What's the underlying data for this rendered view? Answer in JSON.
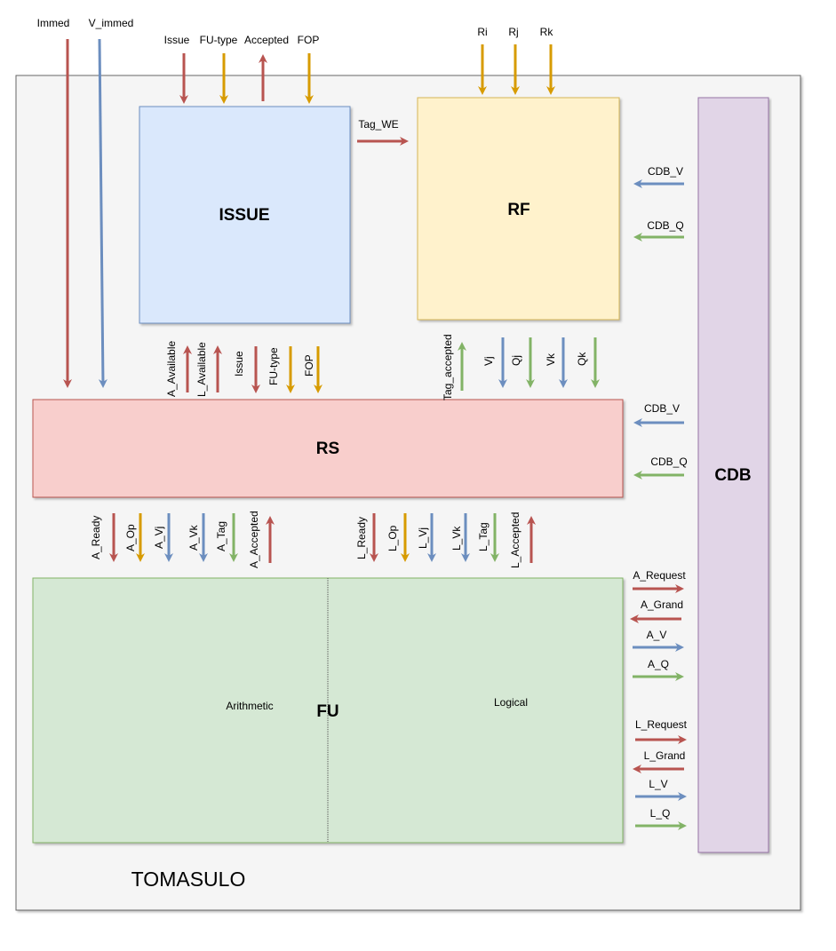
{
  "colors": {
    "red": "#b85450",
    "blue": "#6c8ebf",
    "orange": "#d79b00",
    "green": "#82b366"
  },
  "container": {
    "label": "TOMASULO"
  },
  "blocks": {
    "issue": "ISSUE",
    "rf": "RF",
    "rs": "RS",
    "fu": "FU",
    "cdb": "CDB",
    "fu_arith": "Arithmetic",
    "fu_logic": "Logical"
  },
  "labels": {
    "immed": "Immed",
    "v_immed": "V_immed",
    "issue_top_issue": "Issue",
    "issue_top_futype": "FU-type",
    "issue_top_accepted": "Accepted",
    "issue_top_fop": "FOP",
    "ri": "Ri",
    "rj": "Rj",
    "rk": "Rk",
    "tag_we": "Tag_WE",
    "rf_cdb_v": "CDB_V",
    "rf_cdb_q": "CDB_Q",
    "rs_a_available": "A_Available",
    "rs_l_available": "L_Available",
    "rs_issue": "Issue",
    "rs_futype": "FU-type",
    "rs_fop": "FOP",
    "rs_tag_accepted": "Tag_accepted",
    "rs_vj": "Vj",
    "rs_qj": "Qj",
    "rs_vk": "Vk",
    "rs_qk": "Qk",
    "rs_cdb_v": "CDB_V",
    "rs_cdb_q": "CDB_Q",
    "a_ready": "A_Ready",
    "a_op": "A_Op",
    "a_vj": "A_Vj",
    "a_vk": "A_Vk",
    "a_tag": "A_Tag",
    "a_accepted": "A_Accepted",
    "l_ready": "L_Ready",
    "l_op": "L_Op",
    "l_vj": "L_Vj",
    "l_vk": "L_Vk",
    "l_tag": "L_Tag",
    "l_accepted": "L_Accepted",
    "a_request": "A_Request",
    "a_grand": "A_Grand",
    "a_v": "A_V",
    "a_q": "A_Q",
    "l_request": "L_Request",
    "l_grand": "L_Grand",
    "l_v": "L_V",
    "l_q": "L_Q"
  }
}
